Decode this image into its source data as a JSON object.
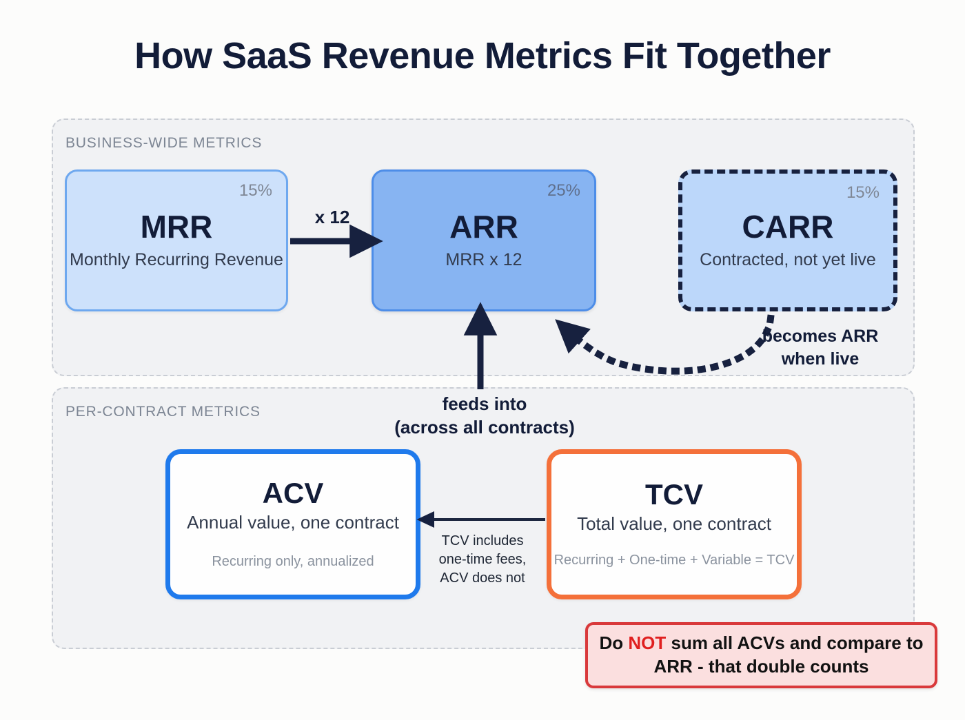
{
  "title": "How SaaS Revenue Metrics Fit Together",
  "colors": {
    "background": "#fcfcfb",
    "panel_fill": "#f1f2f4",
    "panel_border": "#c9cdd4",
    "navy": "#121c38",
    "mrr_fill": "#cde1fb",
    "mrr_border": "#6ea8ef",
    "arr_fill": "#87b4f2",
    "arr_border": "#4d8de8",
    "carr_fill": "#bcd7fa",
    "carr_border": "#17213f",
    "acv_border": "#1f7aec",
    "tcv_border": "#f4703a",
    "warning_fill": "#fbdfdf",
    "warning_border": "#d9393b",
    "warning_accent": "#e02020",
    "muted_text": "#8a929e"
  },
  "panels": {
    "business": {
      "label": "BUSINESS-WIDE METRICS",
      "cards": {
        "mrr": {
          "title": "MRR",
          "subtitle": "Monthly Recurring Revenue",
          "percent": "15%"
        },
        "arr": {
          "title": "ARR",
          "subtitle": "MRR x 12",
          "percent": "25%"
        },
        "carr": {
          "title": "CARR",
          "subtitle": "Contracted, not yet live",
          "percent": "15%"
        }
      }
    },
    "contract": {
      "label": "PER-CONTRACT METRICS",
      "cards": {
        "acv": {
          "title": "ACV",
          "subtitle": "Annual value, one contract",
          "note": "Recurring only, annualized"
        },
        "tcv": {
          "title": "TCV",
          "subtitle": "Total value, one contract",
          "note": "Recurring + One-time + Variable = TCV"
        }
      }
    }
  },
  "connectors": {
    "mrr_to_arr": "x 12",
    "carr_to_arr": "becomes ARR when live",
    "contract_to_arr": "feeds into (across all contracts)",
    "tcv_to_acv": "TCV includes one-time fees, ACV does not"
  },
  "warning": {
    "prefix": "Do ",
    "emphasis": "NOT",
    "suffix": " sum all ACVs and compare to ARR - that double counts",
    "full_text": "Do NOT sum all ACVs and compare to ARR - that double counts"
  }
}
